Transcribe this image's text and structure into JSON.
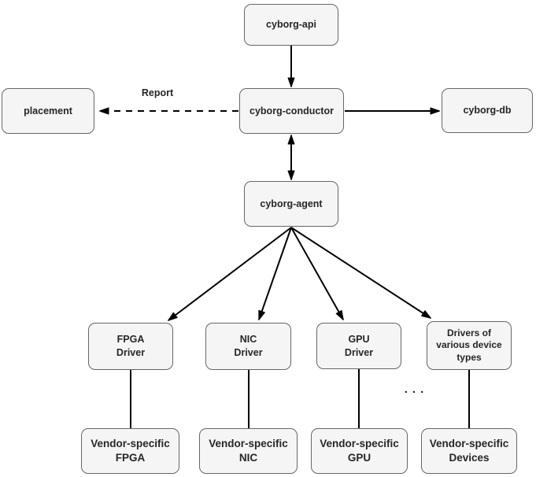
{
  "style": {
    "canvas_bg": "#ffffff",
    "node_fill": "#f5f5f5",
    "node_border": "#666666",
    "edge_color": "#000000",
    "text_color": "#262626"
  },
  "nodes": {
    "api": {
      "label": "cyborg-api"
    },
    "placement": {
      "label": "placement"
    },
    "conductor": {
      "label": "cyborg-conductor"
    },
    "db": {
      "label": "cyborg-db"
    },
    "agent": {
      "label": "cyborg-agent"
    },
    "fpga_driver": {
      "label": "FPGA\nDriver"
    },
    "nic_driver": {
      "label": "NIC\nDriver"
    },
    "gpu_driver": {
      "label": "GPU\nDriver"
    },
    "various_drivers": {
      "label": "Drivers of\nvarious device\ntypes"
    },
    "vendor_fpga": {
      "label": "Vendor-specific\nFPGA"
    },
    "vendor_nic": {
      "label": "Vendor-specific\nNIC"
    },
    "vendor_gpu": {
      "label": "Vendor-specific\nGPU"
    },
    "vendor_devices": {
      "label": "Vendor-specific\nDevices"
    }
  },
  "edges": {
    "report_label": "Report",
    "ellipsis": "..."
  }
}
